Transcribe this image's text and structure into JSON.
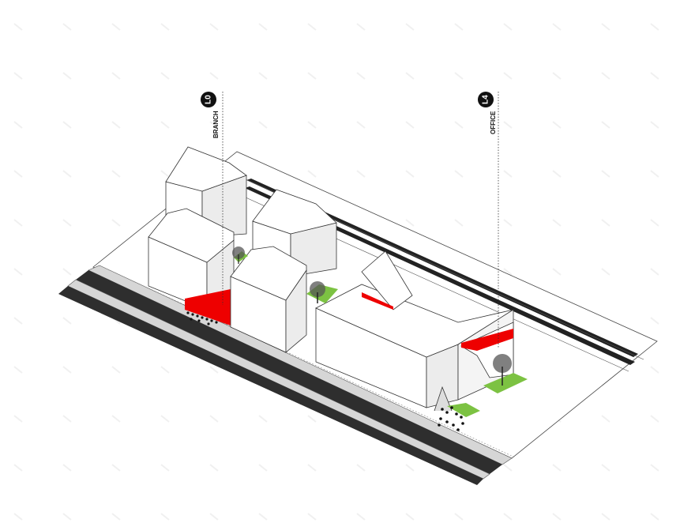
{
  "markers": [
    {
      "level": "L0",
      "label": "BRANCH"
    },
    {
      "level": "L4",
      "label": "OFFICE"
    }
  ],
  "colors": {
    "highlight": "#ee0000",
    "road": "#333333",
    "road_stripe": "#d8d8d8",
    "rail": "#222222",
    "grass": "#7cc242",
    "building_left": "#ffffff",
    "building_right": "#ececec",
    "building_top": "#ffffff",
    "outline": "#333333"
  },
  "icons": [
    "tree-icon",
    "people-group-icon"
  ]
}
